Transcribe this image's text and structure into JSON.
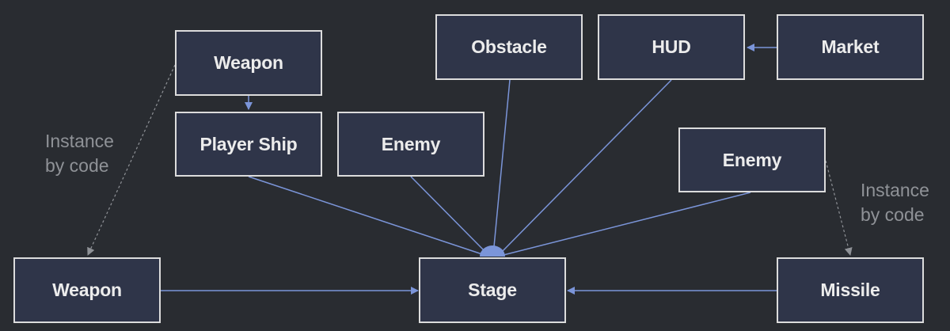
{
  "diagram": {
    "nodes": {
      "weapon_top": {
        "label": "Weapon"
      },
      "player_ship": {
        "label": "Player Ship"
      },
      "enemy_mid": {
        "label": "Enemy"
      },
      "obstacle": {
        "label": "Obstacle"
      },
      "hud": {
        "label": "HUD"
      },
      "market": {
        "label": "Market"
      },
      "enemy_right": {
        "label": "Enemy"
      },
      "weapon_bottom": {
        "label": "Weapon"
      },
      "stage": {
        "label": "Stage"
      },
      "missile": {
        "label": "Missile"
      }
    },
    "edge_labels": {
      "left": {
        "line1": "Instance",
        "line2": "by code"
      },
      "right": {
        "line1": "Instance",
        "line2": "by code"
      }
    },
    "edges": [
      {
        "from": "weapon_top",
        "to": "player_ship",
        "style": "solid",
        "arrow": true
      },
      {
        "from": "market",
        "to": "hud",
        "style": "solid",
        "arrow": true
      },
      {
        "from": "player_ship",
        "to": "stage",
        "style": "solid",
        "arrow": false
      },
      {
        "from": "enemy_mid",
        "to": "stage",
        "style": "solid",
        "arrow": false
      },
      {
        "from": "obstacle",
        "to": "stage",
        "style": "solid",
        "arrow": false
      },
      {
        "from": "hud",
        "to": "stage",
        "style": "solid",
        "arrow": false
      },
      {
        "from": "enemy_right",
        "to": "stage",
        "style": "solid",
        "arrow": false
      },
      {
        "from": "weapon_bottom",
        "to": "stage",
        "style": "solid",
        "arrow": true
      },
      {
        "from": "missile",
        "to": "stage",
        "style": "solid",
        "arrow": true
      },
      {
        "from": "weapon_top",
        "to": "weapon_bottom",
        "style": "dashed",
        "arrow": true
      },
      {
        "from": "enemy_right",
        "to": "missile",
        "style": "dashed",
        "arrow": true
      }
    ],
    "colors": {
      "background": "#292c31",
      "node_fill": "#2f3549",
      "node_border": "#dcdcdc",
      "node_text": "#ececec",
      "solid_edge": "#7b95d9",
      "dashed_edge": "#8f9297",
      "label_text": "#8f9297"
    }
  }
}
